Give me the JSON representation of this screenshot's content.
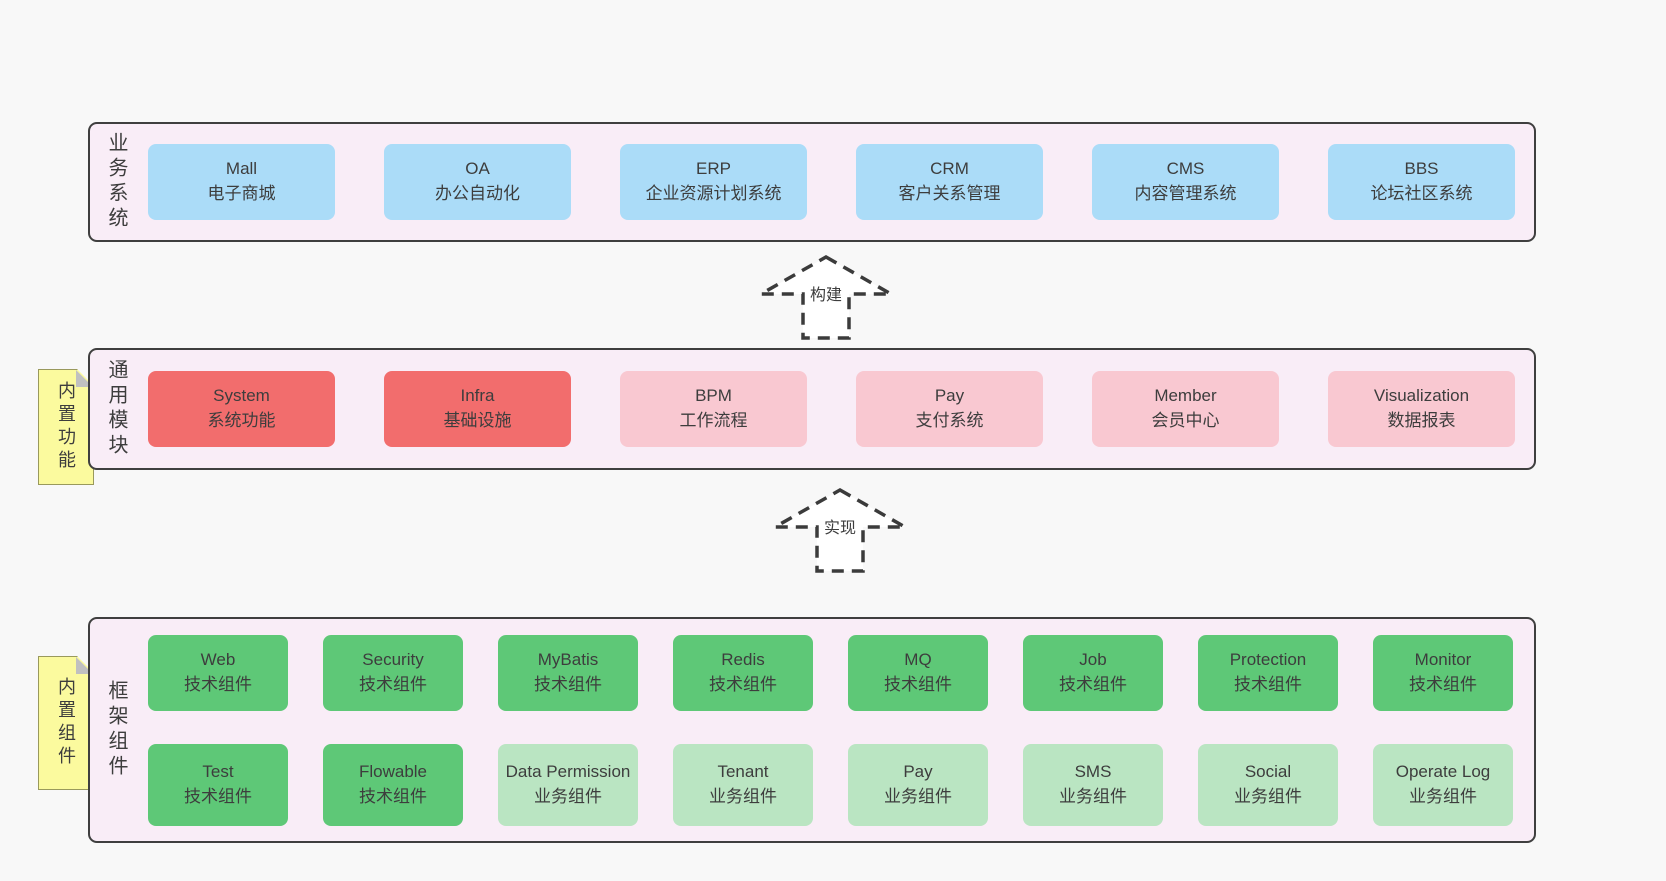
{
  "colors": {
    "page_bg": "#f8f8f8",
    "layer_bg": "#f9edf7",
    "layer_border": "#3f3f3f",
    "blue": "#abdcf8",
    "red": "#f26d6d",
    "pink": "#f9c8d1",
    "green_dark": "#5ec877",
    "green_light": "#bae5c2",
    "note_bg": "#fbfa9e",
    "note_border": "#99995c",
    "note_fold": "#c0c0c0",
    "text": "#3d3d3d",
    "arrow_stroke": "#3b3b3b",
    "arrow_fill": "#ffffff"
  },
  "arrows": [
    {
      "label": "构建"
    },
    {
      "label": "实现"
    }
  ],
  "layers": [
    {
      "id": "business",
      "title": "业务系统",
      "items": [
        {
          "name": "Mall",
          "desc": "电子商城",
          "variant": "blue"
        },
        {
          "name": "OA",
          "desc": "办公自动化",
          "variant": "blue"
        },
        {
          "name": "ERP",
          "desc": "企业资源计划系统",
          "variant": "blue"
        },
        {
          "name": "CRM",
          "desc": "客户关系管理",
          "variant": "blue"
        },
        {
          "name": "CMS",
          "desc": "内容管理系统",
          "variant": "blue"
        },
        {
          "name": "BBS",
          "desc": "论坛社区系统",
          "variant": "blue"
        }
      ]
    },
    {
      "id": "modules",
      "title": "通用模块",
      "note": "内置功能",
      "items": [
        {
          "name": "System",
          "desc": "系统功能",
          "variant": "red"
        },
        {
          "name": "Infra",
          "desc": "基础设施",
          "variant": "red"
        },
        {
          "name": "BPM",
          "desc": "工作流程",
          "variant": "pink"
        },
        {
          "name": "Pay",
          "desc": "支付系统",
          "variant": "pink"
        },
        {
          "name": "Member",
          "desc": "会员中心",
          "variant": "pink"
        },
        {
          "name": "Visualization",
          "desc": "数据报表",
          "variant": "pink"
        }
      ]
    },
    {
      "id": "framework",
      "title": "框架组件",
      "note": "内置组件",
      "rows": [
        [
          {
            "name": "Web",
            "desc": "技术组件",
            "variant": "green-dark"
          },
          {
            "name": "Security",
            "desc": "技术组件",
            "variant": "green-dark"
          },
          {
            "name": "MyBatis",
            "desc": "技术组件",
            "variant": "green-dark"
          },
          {
            "name": "Redis",
            "desc": "技术组件",
            "variant": "green-dark"
          },
          {
            "name": "MQ",
            "desc": "技术组件",
            "variant": "green-dark"
          },
          {
            "name": "Job",
            "desc": "技术组件",
            "variant": "green-dark"
          },
          {
            "name": "Protection",
            "desc": "技术组件",
            "variant": "green-dark"
          },
          {
            "name": "Monitor",
            "desc": "技术组件",
            "variant": "green-dark"
          }
        ],
        [
          {
            "name": "Test",
            "desc": "技术组件",
            "variant": "green-dark"
          },
          {
            "name": "Flowable",
            "desc": "技术组件",
            "variant": "green-dark"
          },
          {
            "name": "Data Permission",
            "desc": "业务组件",
            "variant": "green-light"
          },
          {
            "name": "Tenant",
            "desc": "业务组件",
            "variant": "green-light"
          },
          {
            "name": "Pay",
            "desc": "业务组件",
            "variant": "green-light"
          },
          {
            "name": "SMS",
            "desc": "业务组件",
            "variant": "green-light"
          },
          {
            "name": "Social",
            "desc": "业务组件",
            "variant": "green-light"
          },
          {
            "name": "Operate Log",
            "desc": "业务组件",
            "variant": "green-light"
          }
        ]
      ]
    }
  ]
}
